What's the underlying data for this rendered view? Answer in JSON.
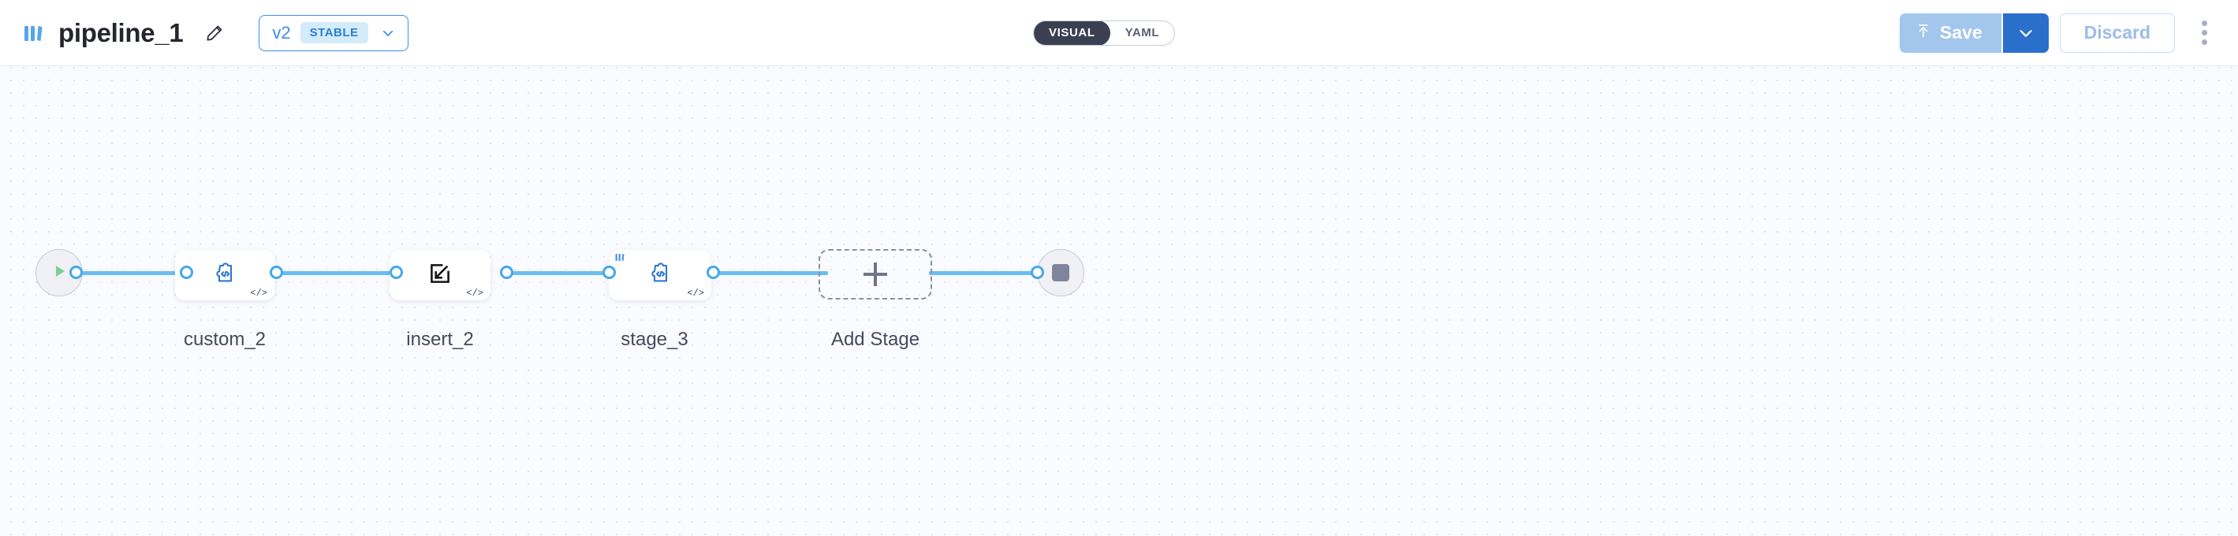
{
  "header": {
    "logo_icon": "pipeline-bars-logo",
    "title": "pipeline_1",
    "edit_icon": "pencil-icon",
    "version": {
      "label": "v2",
      "badge": "STABLE",
      "chevron_icon": "chevron-down-icon"
    },
    "mode_toggle": {
      "options": [
        {
          "label": "VISUAL",
          "active": true
        },
        {
          "label": "YAML",
          "active": false
        }
      ]
    },
    "actions": {
      "save_label": "Save",
      "save_icon": "upload-icon",
      "save_caret_icon": "chevron-down-icon",
      "discard_label": "Discard",
      "overflow_icon": "kebab-menu-icon"
    }
  },
  "colors": {
    "accent_blue": "#3d8bf2",
    "edge_blue": "#69bdf2",
    "port_blue": "#44a7ec",
    "save_disabled": "#a3c6ec",
    "save_caret": "#2b6fcc",
    "toggle_active": "#3b3f51",
    "badge_bg": "#d4ebfb",
    "canvas_bg": "#f9fbfe",
    "node_text": "#444a5e"
  },
  "canvas": {
    "start_node": {
      "name": "start",
      "icon": "play-icon"
    },
    "end_node": {
      "name": "end",
      "icon": "stop-icon"
    },
    "stages": [
      {
        "id": "custom_2",
        "label": "custom_2",
        "icon": "custom-code-puzzle-icon",
        "badge": "</>",
        "corner_logo": false
      },
      {
        "id": "insert_2",
        "label": "insert_2",
        "icon": "insert-arrow-icon",
        "badge": "</>",
        "corner_logo": false
      },
      {
        "id": "stage_3",
        "label": "stage_3",
        "icon": "custom-code-puzzle-icon",
        "badge": "</>",
        "corner_logo": true
      }
    ],
    "add_stage": {
      "label": "Add Stage",
      "icon": "plus-icon"
    }
  }
}
